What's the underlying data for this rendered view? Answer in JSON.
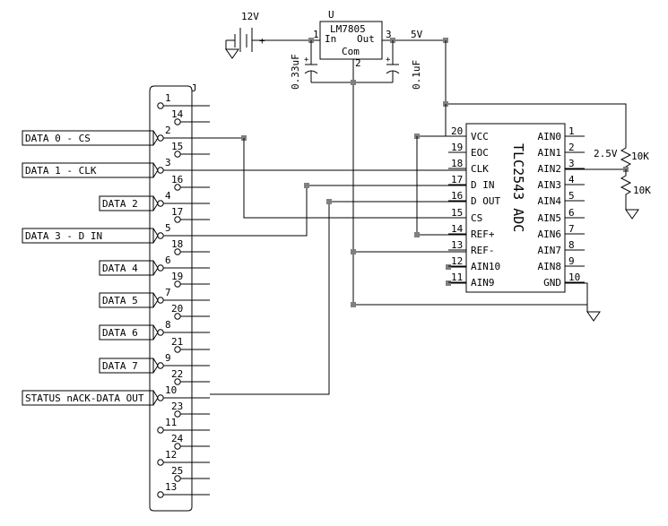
{
  "supply": {
    "battery_voltage": "12V",
    "rail_label": "5V",
    "plus": "+"
  },
  "regulator": {
    "ref": "U",
    "part": "LM7805",
    "in_label": "In",
    "out_label": "Out",
    "com_label": "Com",
    "pin_in": "1",
    "pin_out": "3",
    "pin_com": "2"
  },
  "capacitors": [
    {
      "value": "0.33uF",
      "plus": "+"
    },
    {
      "value": "0.1uF",
      "plus": "+"
    }
  ],
  "connector": {
    "ref": "J",
    "pins": [
      {
        "num": "1"
      },
      {
        "num": "14"
      },
      {
        "num": "2"
      },
      {
        "num": "15"
      },
      {
        "num": "3"
      },
      {
        "num": "16"
      },
      {
        "num": "4"
      },
      {
        "num": "17"
      },
      {
        "num": "5"
      },
      {
        "num": "18"
      },
      {
        "num": "6"
      },
      {
        "num": "19"
      },
      {
        "num": "7"
      },
      {
        "num": "20"
      },
      {
        "num": "8"
      },
      {
        "num": "21"
      },
      {
        "num": "9"
      },
      {
        "num": "22"
      },
      {
        "num": "10"
      },
      {
        "num": "23"
      },
      {
        "num": "11"
      },
      {
        "num": "24"
      },
      {
        "num": "12"
      },
      {
        "num": "25"
      },
      {
        "num": "13"
      }
    ]
  },
  "signals": [
    {
      "label": "DATA 0 - CS"
    },
    {
      "label": "DATA 1 - CLK"
    },
    {
      "label": "DATA 2"
    },
    {
      "label": "DATA 3 - D IN"
    },
    {
      "label": "DATA 4"
    },
    {
      "label": "DATA 5"
    },
    {
      "label": "DATA 6"
    },
    {
      "label": "DATA 7"
    },
    {
      "label": "STATUS nACK-DATA OUT"
    }
  ],
  "adc": {
    "part": "TLC2543 ADC",
    "left_pins": [
      {
        "num": "20",
        "name": "VCC"
      },
      {
        "num": "19",
        "name": "EOC"
      },
      {
        "num": "18",
        "name": "CLK"
      },
      {
        "num": "17",
        "name": "D IN"
      },
      {
        "num": "16",
        "name": "D OUT"
      },
      {
        "num": "15",
        "name": "CS"
      },
      {
        "num": "14",
        "name": "REF+"
      },
      {
        "num": "13",
        "name": "REF-"
      },
      {
        "num": "12",
        "name": "AIN10"
      },
      {
        "num": "11",
        "name": "AIN9"
      }
    ],
    "right_pins": [
      {
        "num": "1",
        "name": "AIN0"
      },
      {
        "num": "2",
        "name": "AIN1"
      },
      {
        "num": "3",
        "name": "AIN2"
      },
      {
        "num": "4",
        "name": "AIN3"
      },
      {
        "num": "5",
        "name": "AIN4"
      },
      {
        "num": "6",
        "name": "AIN5"
      },
      {
        "num": "7",
        "name": "AIN6"
      },
      {
        "num": "8",
        "name": "AIN7"
      },
      {
        "num": "9",
        "name": "AIN8"
      },
      {
        "num": "10",
        "name": "GND"
      }
    ]
  },
  "divider": {
    "mid_voltage": "2.5V",
    "r1": "10K",
    "r2": "10K"
  }
}
